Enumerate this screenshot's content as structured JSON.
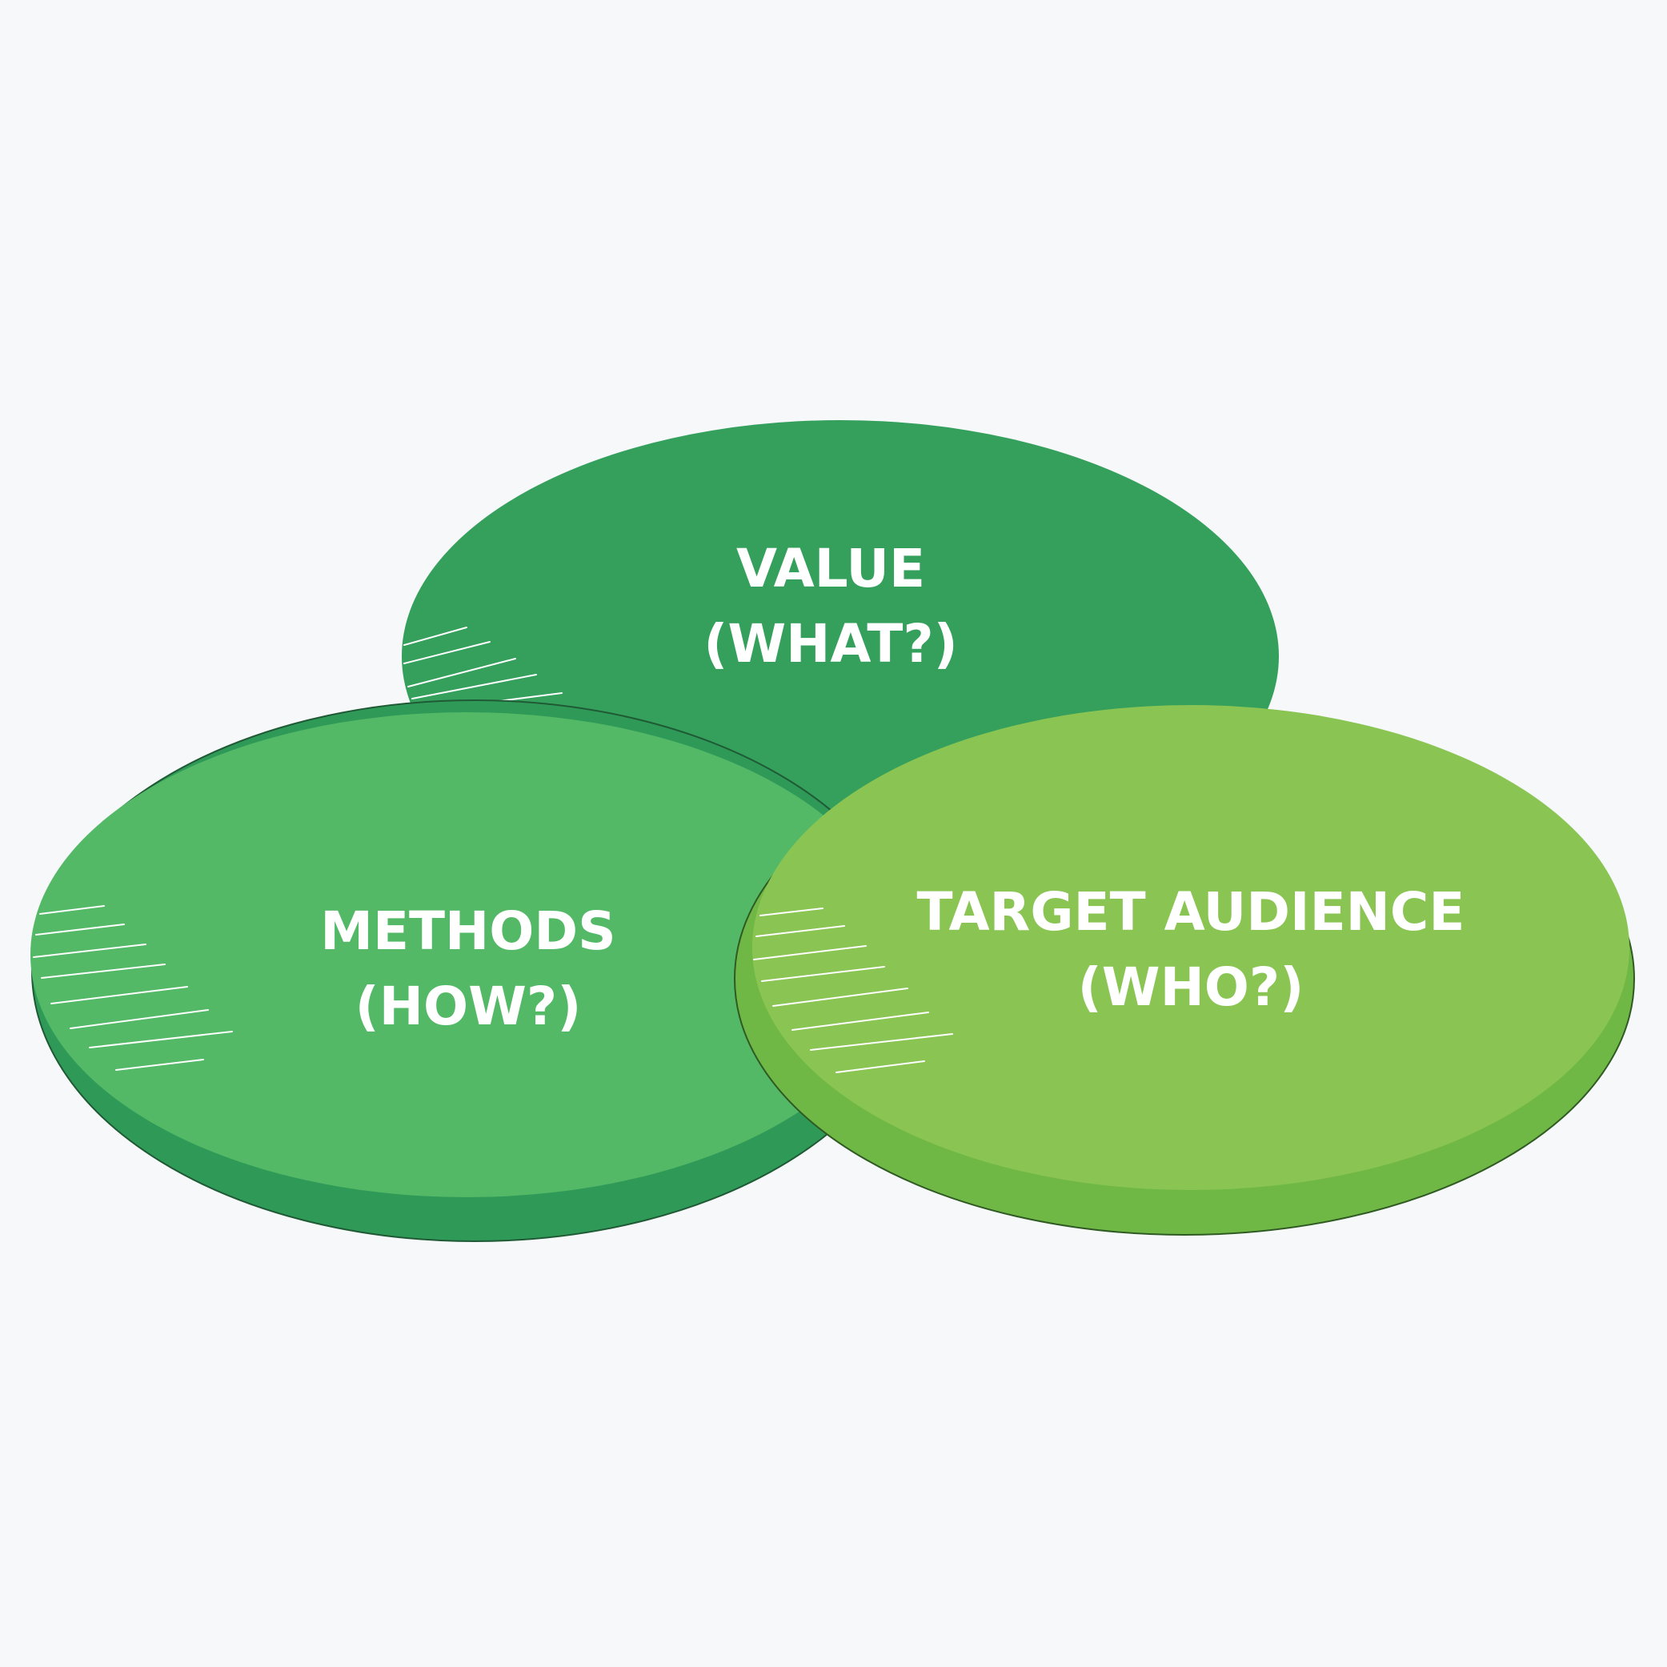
{
  "background": "#f6f8f9",
  "ellipses": [
    {
      "id": "value",
      "title": "VALUE",
      "subtitle": "(WHAT?)",
      "top_color": "#34a05c",
      "side_color": "#2e9a58"
    },
    {
      "id": "methods",
      "title": "METHODS",
      "subtitle": "(HOW?)",
      "top_color": "#53b966",
      "side_color": "#2f9a58"
    },
    {
      "id": "target-audience",
      "title": "TARGET AUDIENCE",
      "subtitle": "(WHO?)",
      "top_color": "#8ac554",
      "side_color": "#70b845"
    }
  ]
}
